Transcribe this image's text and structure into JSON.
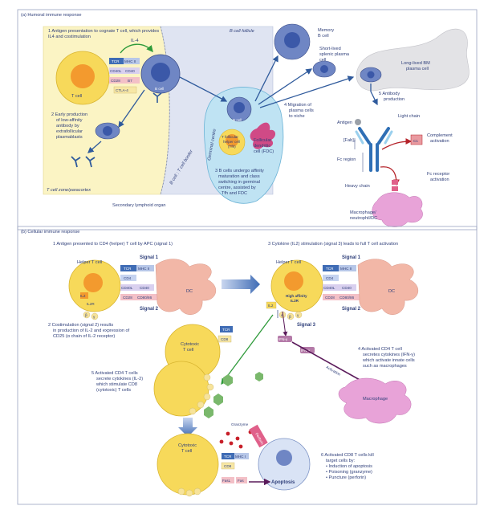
{
  "panel_a": {
    "title": "(a)  Humoral immune response",
    "step1": [
      "1 Antigen presentation to cognate T cell, which provides",
      "IL4 and costimulation"
    ],
    "il4": "IL-4",
    "b_cell_follicle": "B cell follicle",
    "tcr": "TCR",
    "mhc2": "MHC II",
    "cd40l": "CD40L",
    "cd40": "CD40",
    "cd28": "CD28",
    "b7": "B7",
    "ctla4": "CTLA-4",
    "t_cell": "T cell",
    "b_cell": "B cell",
    "step2": [
      "2 Early production",
      "of low-affinity",
      "antibody by",
      "extrafollicular",
      "plasmablasts"
    ],
    "germinal_centre": "Germinal centre",
    "b_t_border": "B cell : T cell border",
    "gc_b_cell": "B cell",
    "tfh": [
      "T follicular",
      "helper cell",
      "(Tfh)"
    ],
    "fdc": [
      "Follicular",
      "dendritic",
      "cell (FDC)"
    ],
    "step3": [
      "3 B cells undergo affinity",
      "maturation and class",
      "switching in germinal",
      "centre, assisted by",
      "Tfh and FDC"
    ],
    "t_zone": "T cell zone/paracortex",
    "lymphoid_organ": "Secondary lymphoid organ",
    "memory": [
      "Memory",
      "B cell"
    ],
    "short_lived": [
      "Short-lived",
      "splenic plasma",
      "cell"
    ],
    "long_lived": [
      "Long-lived BM",
      "plasma cell"
    ],
    "step4": [
      "4 Migration of",
      "plasma cells",
      "to niche"
    ],
    "step5": [
      "5 Antibody",
      "production"
    ],
    "antigen": "Antigen",
    "light_chain": "Light chain",
    "fab": "[Fab]₂",
    "fc_region": "Fc region",
    "heavy_chain": "Heavy chain",
    "c1": "C1",
    "complement": [
      "Complement",
      "activation"
    ],
    "fc_receptor": [
      "Fc receptor",
      "activation"
    ],
    "macrophage": [
      "Macrophage/",
      "neutrophil/DC"
    ]
  },
  "panel_b": {
    "title": "(b)  Cellular immune response",
    "step1": "1 Antigen presented to CD4 (helper) T cell by APC (signal 1)",
    "step3": "3 Cytokine (IL2) stimulation (signal 3) leads to full T cell activation",
    "helper": "Helper T cell",
    "signal1": "Signal 1",
    "signal2": "Signal 2",
    "signal3": "Signal 3",
    "tcr": "TCR",
    "mhc2": "MHC II",
    "cd4": "CD4",
    "cd40l": "CD40L",
    "cd40": "CD40",
    "cd28": "CD28",
    "cd80": "CD80/86",
    "dc": "DC",
    "il2": "IL2",
    "il2r": "IL2R",
    "hi_aff": [
      "High affinity",
      "IL2R"
    ],
    "alpha": "α",
    "beta": "β",
    "gamma": "γ",
    "step2": [
      "2 Costimulation (signal 2) results",
      "in production of IL-2 and expression of",
      "CD25 (α chain of IL-2 receptor)"
    ],
    "ifn": "IFN-γ",
    "activation": "Activation",
    "step4": [
      "4 Activated CD4 T cell",
      "secretes cytokines (IFN-γ)",
      "which activate innate cells",
      "such as macrophages"
    ],
    "macrophage": "Macrophage",
    "cytotoxic": [
      "Cytotoxic",
      "T cell"
    ],
    "cd8": "CD8",
    "mhc1": "MHC I",
    "step5": [
      "5 Activated CD4 T cells",
      "secrete cytokines (IL-2)",
      "which stimulate CD8",
      "(cytotoxic) T cells"
    ],
    "granzyme": "Granzyme",
    "perforin": "Perforin",
    "fasl": "FasL",
    "fas": "Fas",
    "apoptosis": "Apoptosis",
    "step6": [
      "6 Activated CD8 T cells kill",
      "target cells by:",
      "• Induction of apoptosis",
      "• Poisoning (granzyme)",
      "• Puncture (perforin)"
    ]
  },
  "colors": {
    "t_cell": "#f7d95a",
    "b_cell": "#6f86c4",
    "dc": "#f2b7a7",
    "germinal": "#bfe3f3",
    "zone": "#fbf4c4",
    "follicle": "#dfe4f2",
    "text": "#2f3f7a",
    "arrow_green": "#2e9a3a",
    "arrow_red": "#b5232a",
    "arrow_blue": "#2f5a9c"
  }
}
